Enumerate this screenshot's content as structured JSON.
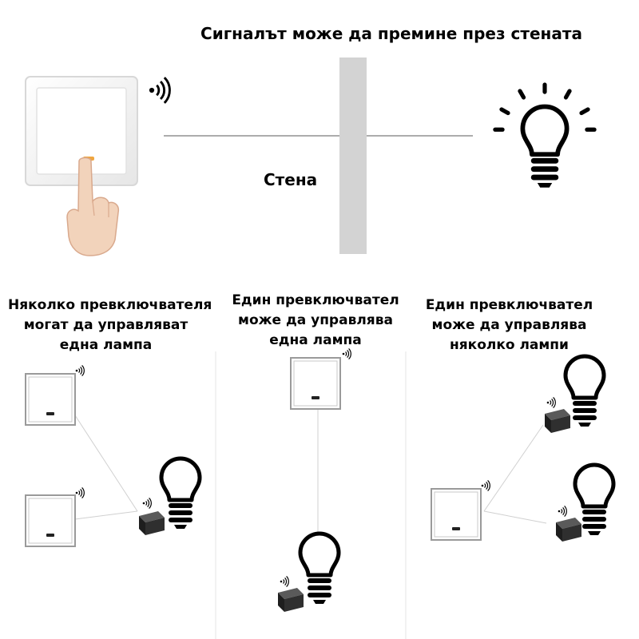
{
  "header": {
    "title": "Сигналът може да премине през стената",
    "wall_label": "Стена"
  },
  "scenarios": [
    {
      "title": "Няколко превключвателя могат да управляват една лампа"
    },
    {
      "title": "Един превключвател може да управлява една лампа"
    },
    {
      "title": "Един превключвател може да управлява няколко лампи"
    }
  ],
  "colors": {
    "wall": "#d3d3d3",
    "line": "#bdbdbd",
    "ink": "#000000",
    "switch_frame": "#9a9a9a",
    "receiver": "#2a2a2a",
    "skin": "#f2d3bb",
    "indicator": "#f0a640"
  },
  "icons": [
    "wall-switch-icon",
    "hand-icon",
    "wifi-icon",
    "light-bulb-icon",
    "receiver-module-icon"
  ]
}
